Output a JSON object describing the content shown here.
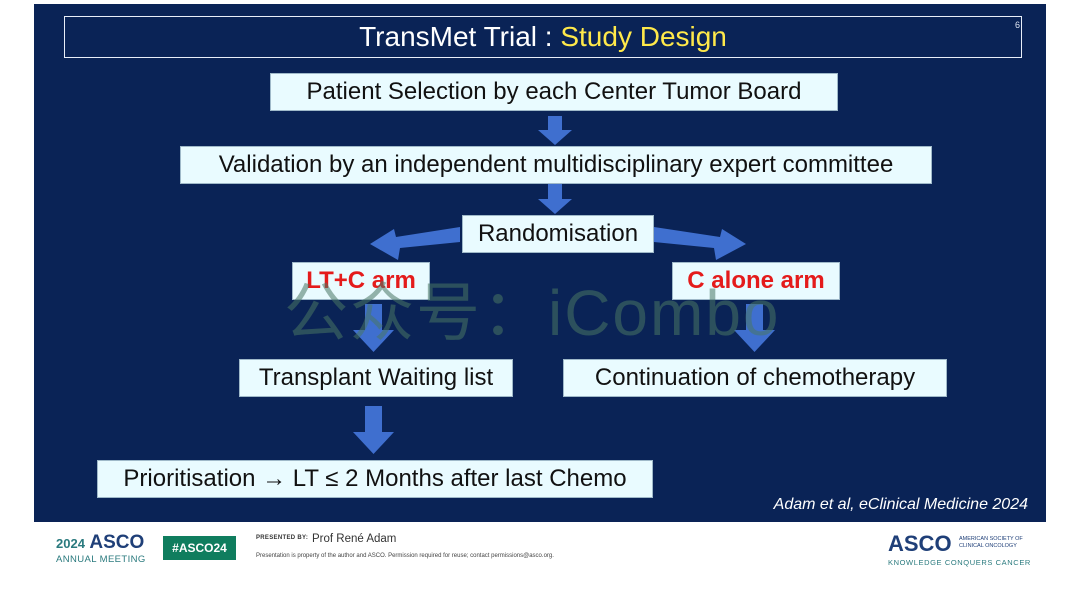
{
  "slide": {
    "slide_number": "6",
    "title_prefix": "TransMet Trial : ",
    "title_highlight": "Study Design",
    "citation": "Adam et al, eClinical Medicine 2024",
    "watermark": "公众号：iCombo"
  },
  "diagram": {
    "patient_selection": "Patient Selection by each Center Tumor Board",
    "validation": "Validation by an independent multidisciplinary expert committee",
    "randomisation": "Randomisation",
    "arm_lt": "LT+C arm",
    "arm_c": "C alone arm",
    "waiting_list": "Transplant Waiting list",
    "continuation": "Continuation  of chemotherapy",
    "prioritisation": "Prioritisation → LT ≤ 2 Months after last Chemo"
  },
  "footer": {
    "year": "2024",
    "asco": "ASCO",
    "meeting": "ANNUAL MEETING",
    "hashtag": "#ASCO24",
    "presented_by": "PRESENTED BY:",
    "presenter": "Prof René Adam",
    "disclaimer": "Presentation is property of the author and ASCO. Permission required for reuse; contact permissions@asco.org.",
    "asco_right": "ASCO",
    "society_line1": "AMERICAN SOCIETY OF",
    "society_line2": "CLINICAL ONCOLOGY",
    "tagline": "KNOWLEDGE CONQUERS CANCER"
  },
  "colors": {
    "background": "#0a2356",
    "box": "#e9fbff",
    "arrow": "#3f6fcf",
    "highlight": "#ffe94a",
    "arm_text": "#e41b1b"
  }
}
